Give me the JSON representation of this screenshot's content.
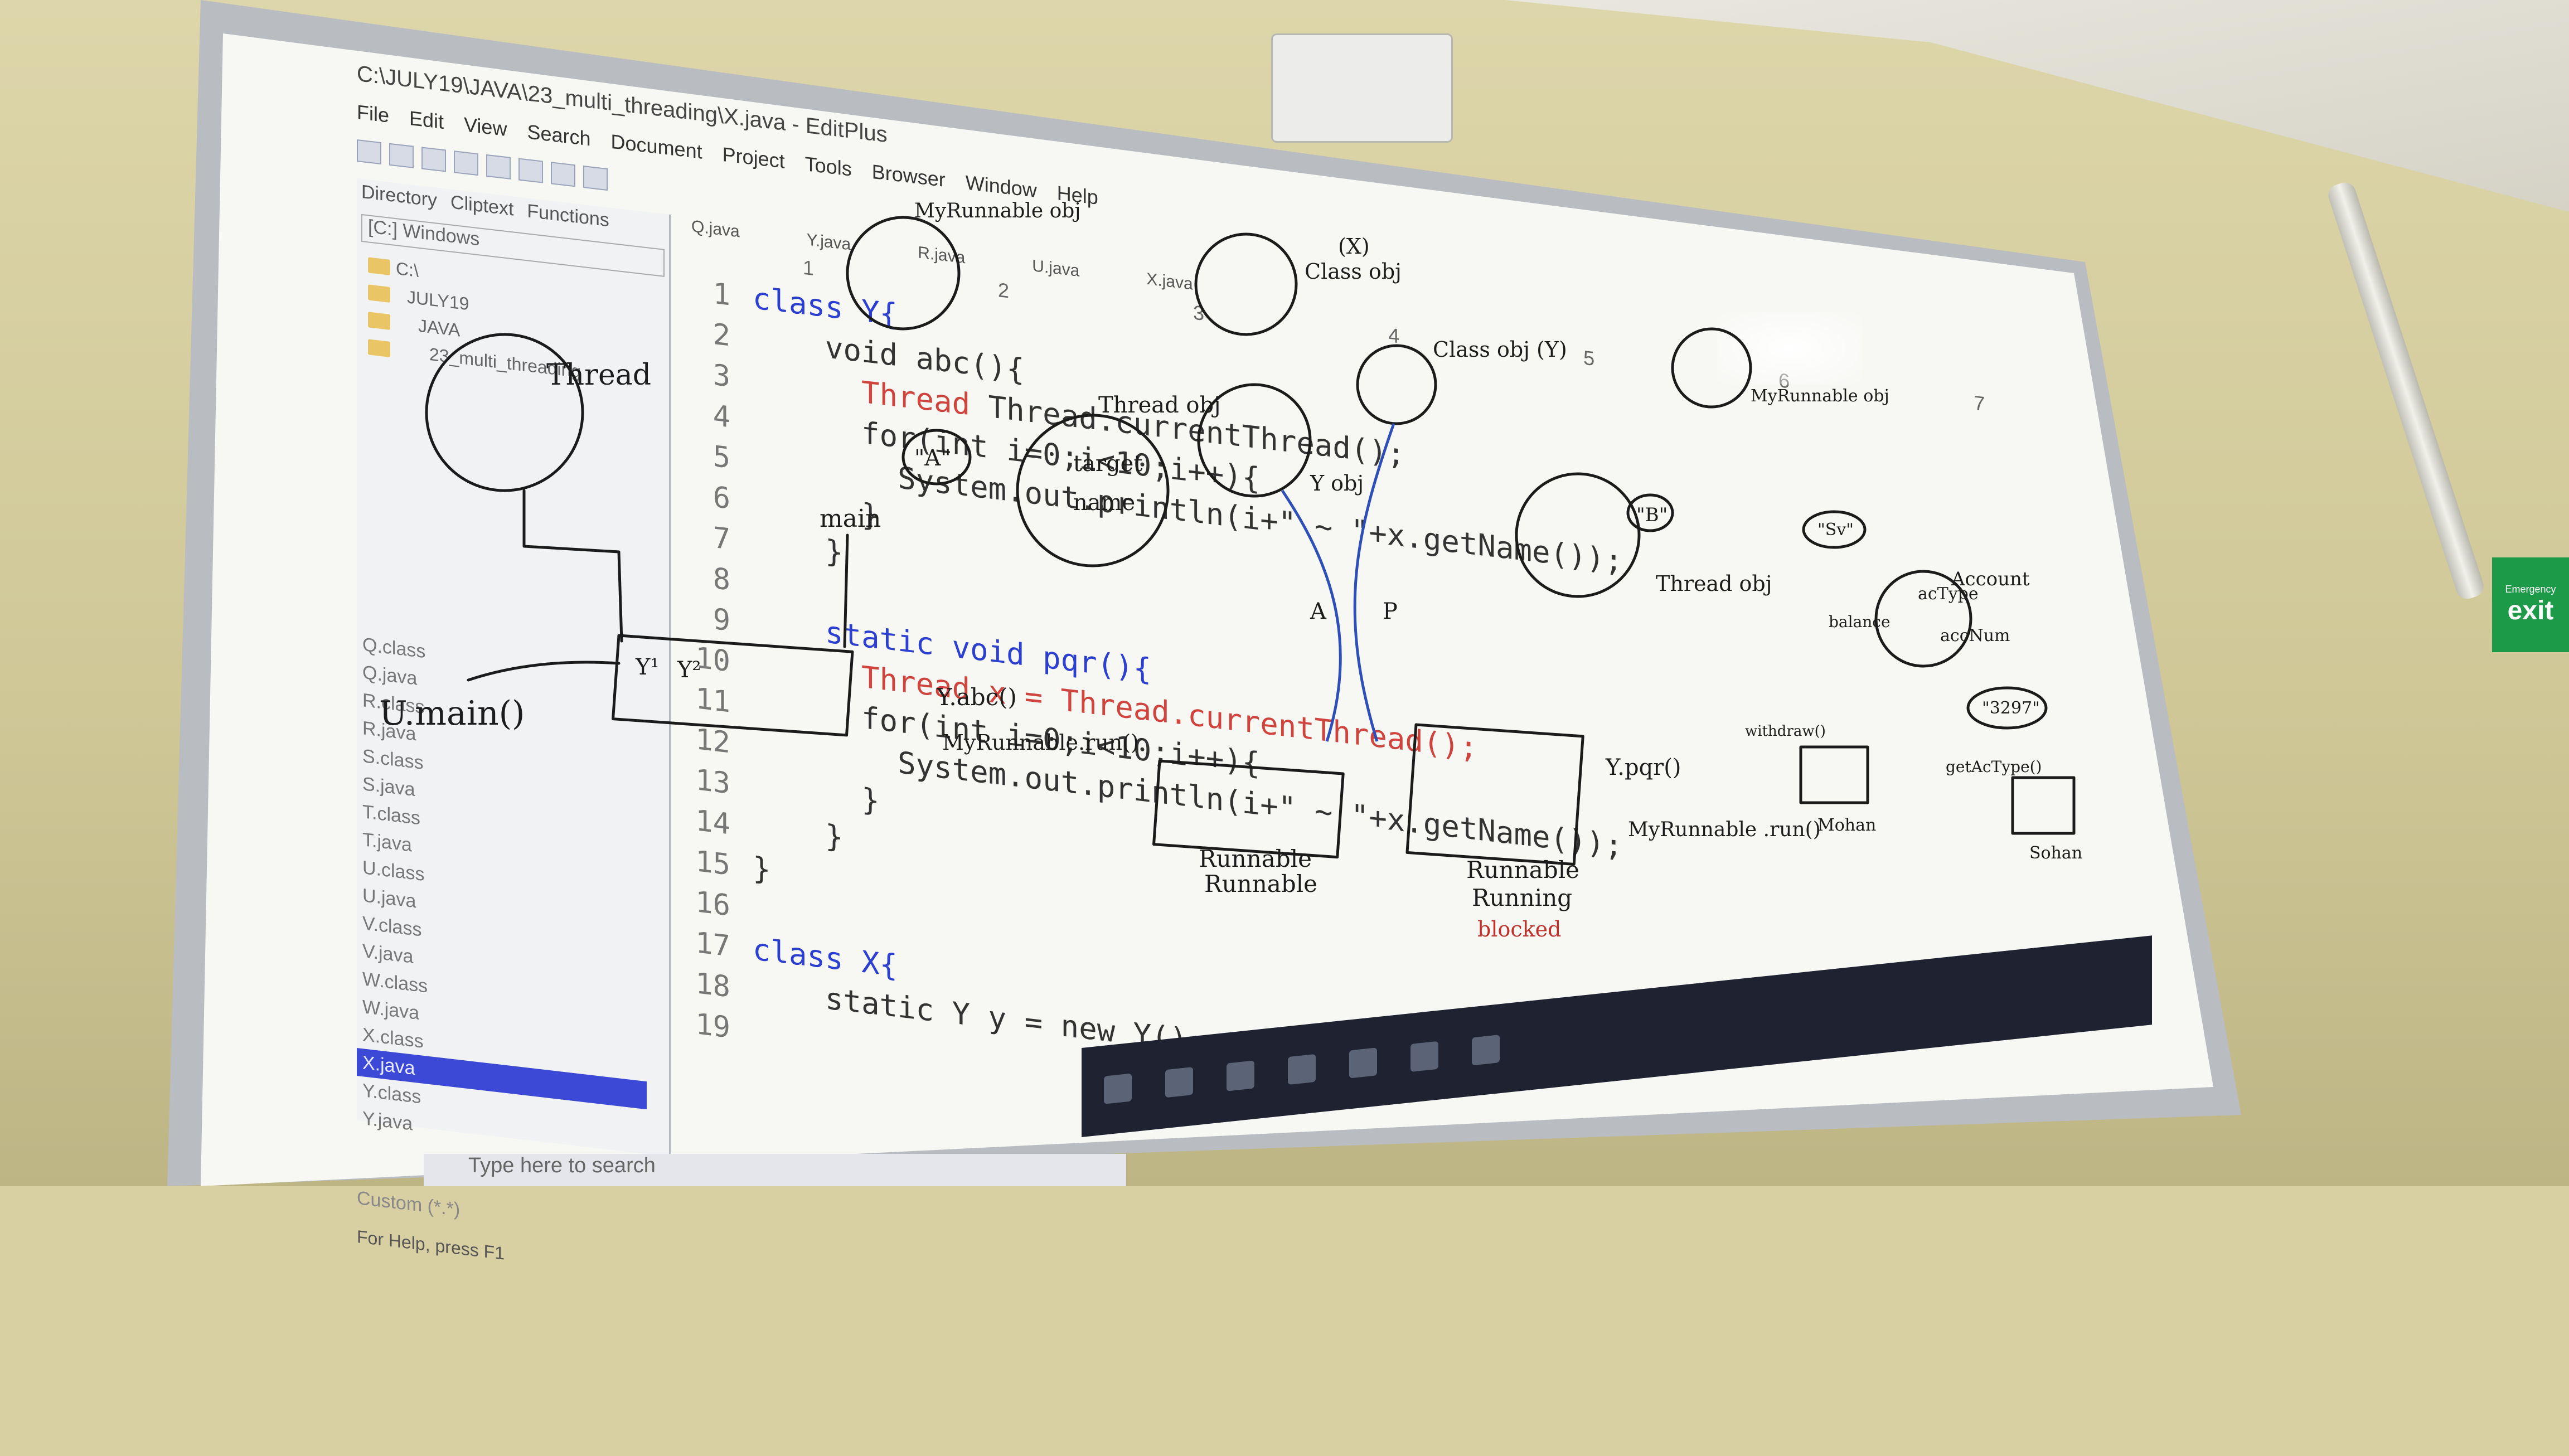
{
  "editor": {
    "title": "C:\\JULY19\\JAVA\\23_multi_threading\\X.java - EditPlus",
    "menu": [
      "File",
      "Edit",
      "View",
      "Search",
      "Document",
      "Project",
      "Tools",
      "Browser",
      "Window",
      "Help"
    ],
    "side_tabs": [
      "Directory",
      "Cliptext",
      "Functions"
    ],
    "drive": "[C:] Windows",
    "folders": [
      "C:\\",
      "JULY19",
      "JAVA",
      "23_multi_threading"
    ],
    "files": [
      "Q.class",
      "Q.java",
      "R.class",
      "R.java",
      "S.class",
      "S.java",
      "T.class",
      "T.java",
      "U.class",
      "U.java",
      "V.class",
      "V.java",
      "W.class",
      "W.java",
      "X.class",
      "X.java",
      "Y.class",
      "Y.java"
    ],
    "selected_file": "X.java",
    "filter": "Custom (*.*)",
    "status": "For Help, press F1",
    "doc_tabs": [
      "Q.java",
      "Y.java",
      "R.java",
      "U.java",
      "X.java"
    ],
    "ruler": [
      "1",
      "2",
      "3",
      "4",
      "5",
      "6",
      "7"
    ],
    "code": [
      {
        "n": "1",
        "parts": [
          {
            "t": "class Y{",
            "c": "kw"
          }
        ]
      },
      {
        "n": "2",
        "parts": [
          {
            "t": "    void abc(){",
            "c": ""
          }
        ]
      },
      {
        "n": "3",
        "parts": [
          {
            "t": "      Thread ",
            "c": "ty"
          },
          {
            "t": "Thread.currentThread();",
            "c": ""
          }
        ]
      },
      {
        "n": "4",
        "parts": [
          {
            "t": "      for(int i=0;i<10;i++){",
            "c": ""
          }
        ]
      },
      {
        "n": "5",
        "parts": [
          {
            "t": "        System.out.println(i+\" ~ \"+x.getName());",
            "c": ""
          }
        ]
      },
      {
        "n": "6",
        "parts": [
          {
            "t": "      }",
            "c": ""
          }
        ]
      },
      {
        "n": "7",
        "parts": [
          {
            "t": "    }",
            "c": ""
          }
        ]
      },
      {
        "n": "8",
        "parts": [
          {
            "t": "",
            "c": ""
          }
        ]
      },
      {
        "n": "9",
        "parts": [
          {
            "t": "    static void pqr(){",
            "c": "kw"
          }
        ]
      },
      {
        "n": "10",
        "parts": [
          {
            "t": "      Thread x = Thread.currentThread();",
            "c": "ty"
          }
        ]
      },
      {
        "n": "11",
        "parts": [
          {
            "t": "      for(int i=0;i<10;i++){",
            "c": ""
          }
        ]
      },
      {
        "n": "12",
        "parts": [
          {
            "t": "        System.out.println(i+\" ~ \"+x.getName());",
            "c": ""
          }
        ]
      },
      {
        "n": "13",
        "parts": [
          {
            "t": "      }",
            "c": ""
          }
        ]
      },
      {
        "n": "14",
        "parts": [
          {
            "t": "    }",
            "c": ""
          }
        ]
      },
      {
        "n": "15",
        "parts": [
          {
            "t": "}",
            "c": ""
          }
        ]
      },
      {
        "n": "16",
        "parts": [
          {
            "t": "",
            "c": ""
          }
        ]
      },
      {
        "n": "17",
        "parts": [
          {
            "t": "class X{",
            "c": "kw"
          }
        ]
      },
      {
        "n": "18",
        "parts": [
          {
            "t": "    static Y y = new Y();",
            "c": ""
          }
        ]
      },
      {
        "n": "19",
        "parts": [
          {
            "t": "",
            "c": ""
          }
        ]
      }
    ],
    "search_placeholder": "Type here to search"
  },
  "handwriting": {
    "thread_label": "Thread",
    "u_main": "U.main()",
    "main_label": "main",
    "my_runnable_obj": "MyRunnable obj",
    "thread_obj_label": "Thread obj",
    "target": "target",
    "name": "name",
    "a_string": "\"A\"",
    "b_string": "\"B\"",
    "y_obj": "Y obj",
    "class_obj_x": "Class obj",
    "x_label": "(X)",
    "class_obj_y": "Class obj (Y)",
    "y_abc": "Y.abc()",
    "myrunnable_run": "MyRunnable.run()",
    "runnable1": "Runnable",
    "runnable2": "Runnable",
    "runnable3": "Runnable",
    "running": "Running",
    "blocked": "blocked",
    "y_pqr": "Y.pqr()",
    "myrunnable_run2": "MyRunnable .run()",
    "thread_obj_right": "Thread obj",
    "account": "Account",
    "acType": "acType",
    "accNum": "accNum",
    "balance": "balance",
    "sv": "\"Sv\"",
    "num": "\"3297\"",
    "withdraw": "withdraw()",
    "mohan": "Mohan",
    "sohan": "Sohan",
    "getAcType": "getAcType()",
    "myrunnable_obj_right": "MyRunnable obj",
    "a_label": "A",
    "p_label": "P",
    "y1": "Y¹",
    "y2": "Y²"
  },
  "exit_sign": {
    "top": "Emergency",
    "main": "exit"
  }
}
